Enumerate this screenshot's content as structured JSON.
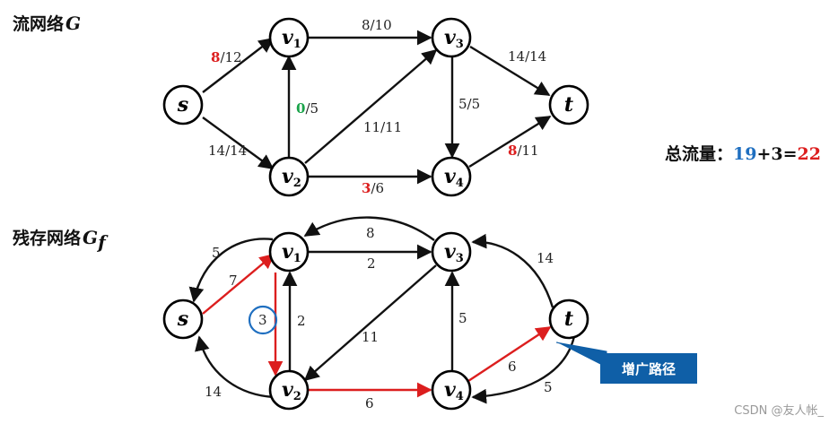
{
  "colors": {
    "black": "#111111",
    "red": "#dc1e1e",
    "green": "#1aa34a",
    "blue": "#1f6fc0",
    "callout_bg": "#0f5fa7",
    "callout_text": "#ffffff"
  },
  "top_graph": {
    "title_text": "流网络",
    "title_var": "G",
    "nodes": {
      "s": {
        "main": "s",
        "sub": ""
      },
      "v1": {
        "main": "v",
        "sub": "1"
      },
      "v2": {
        "main": "v",
        "sub": "2"
      },
      "v3": {
        "main": "v",
        "sub": "3"
      },
      "v4": {
        "main": "v",
        "sub": "4"
      },
      "t": {
        "main": "t",
        "sub": ""
      }
    },
    "edges": {
      "s_v1": {
        "flow": "8",
        "flow_color": "red",
        "capacity": "/12"
      },
      "s_v2": {
        "label": "14/14"
      },
      "v1_v3": {
        "label": "8/10"
      },
      "v2_v1": {
        "flow": "0",
        "flow_color": "green",
        "capacity": "/5"
      },
      "v2_v3": {
        "label": "11/11"
      },
      "v2_v4": {
        "flow": "3",
        "flow_color": "red",
        "capacity": "/6"
      },
      "v3_v4": {
        "label": "5/5"
      },
      "v3_t": {
        "label": "14/14"
      },
      "v4_t": {
        "flow": "8",
        "flow_color": "red",
        "capacity": "/11"
      }
    }
  },
  "total_flow": {
    "label": "总流量：",
    "base": "19",
    "plus": "+3=",
    "result": "22"
  },
  "residual_graph": {
    "title_text": "残存网络",
    "title_var": "G",
    "title_sub": "f",
    "nodes": {
      "s": {
        "main": "s",
        "sub": ""
      },
      "v1": {
        "main": "v",
        "sub": "1"
      },
      "v2": {
        "main": "v",
        "sub": "2"
      },
      "v3": {
        "main": "v",
        "sub": "3"
      },
      "v4": {
        "main": "v",
        "sub": "4"
      },
      "t": {
        "main": "t",
        "sub": ""
      }
    },
    "edges": {
      "v1_s": "5",
      "s_v1": "7",
      "v1_v2": "3",
      "v2_v1": "2",
      "v3_v1": "8",
      "v1_v3": "2",
      "v3_v2": "11",
      "v2_s": "14",
      "v2_v4": "6",
      "v4_v3": "5",
      "t_v3": "14",
      "v4_t": "6",
      "t_v4": "5"
    },
    "augmenting_path_path": [
      "s",
      "v1",
      "v2",
      "v4",
      "t"
    ],
    "callout": "增广路径"
  },
  "watermark": "CSDN @友人帐_"
}
